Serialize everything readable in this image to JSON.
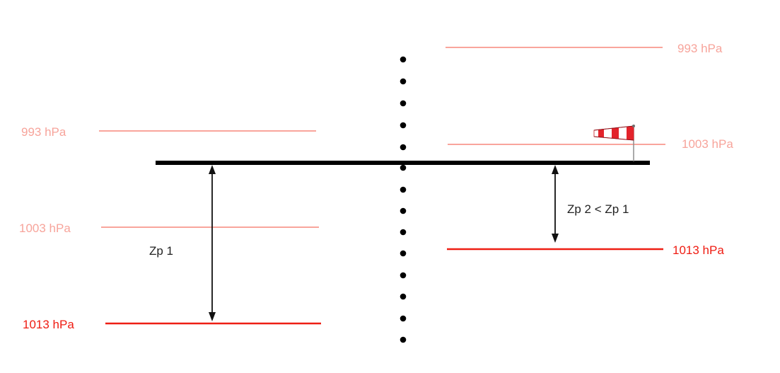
{
  "left_side": {
    "label_993": "993 hPa",
    "label_1003": "1003 hPa",
    "label_1013": "1013 hPa",
    "height_label": "Zp 1"
  },
  "right_side": {
    "label_993": "993 hPa",
    "label_1003": "1003 hPa",
    "label_1013": "1013 hPa",
    "height_label": "Zp 2 < Zp 1"
  },
  "colors": {
    "isobar_light": "#f9a59c",
    "isobar_strong": "#ee1f14",
    "ground": "#000000",
    "windsock_red": "#e3232b",
    "windsock_white": "#ffffff"
  },
  "icons": {
    "windsock": "windsock-icon"
  }
}
